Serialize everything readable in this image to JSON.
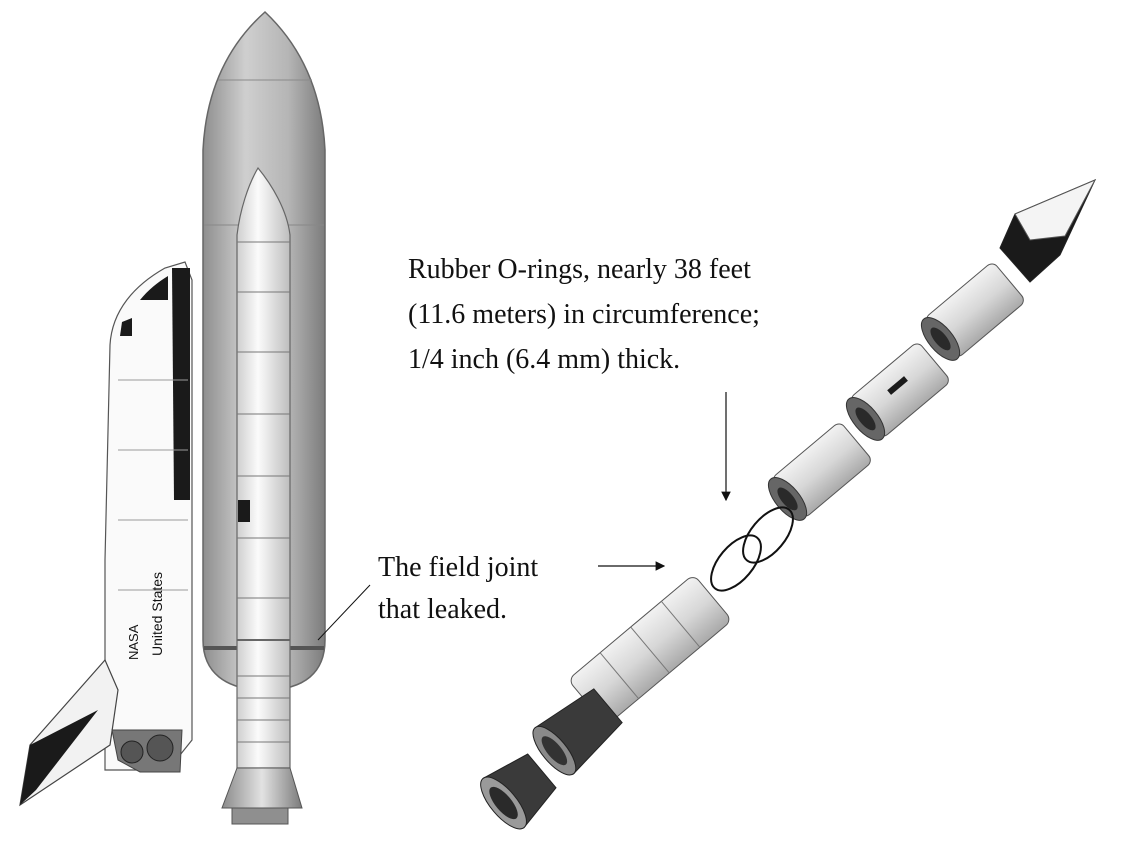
{
  "orbiter": {
    "agency_mark": "NASA",
    "country_mark": "United States"
  },
  "annotations": {
    "o_rings": [
      "Rubber O-rings, nearly 38 feet",
      "(11.6 meters) in circumference;",
      "1/4 inch (6.4 mm) thick."
    ],
    "field_joint": [
      "The field joint",
      "that leaked."
    ]
  },
  "colors": {
    "ink": "#111111",
    "tank": "#b8b8b8",
    "booster": "#e6e6e6",
    "segment": "#d4d4d4",
    "dark": "#1a1a1a"
  },
  "icons": [
    "arrow-right-icon",
    "arrow-down-icon"
  ]
}
